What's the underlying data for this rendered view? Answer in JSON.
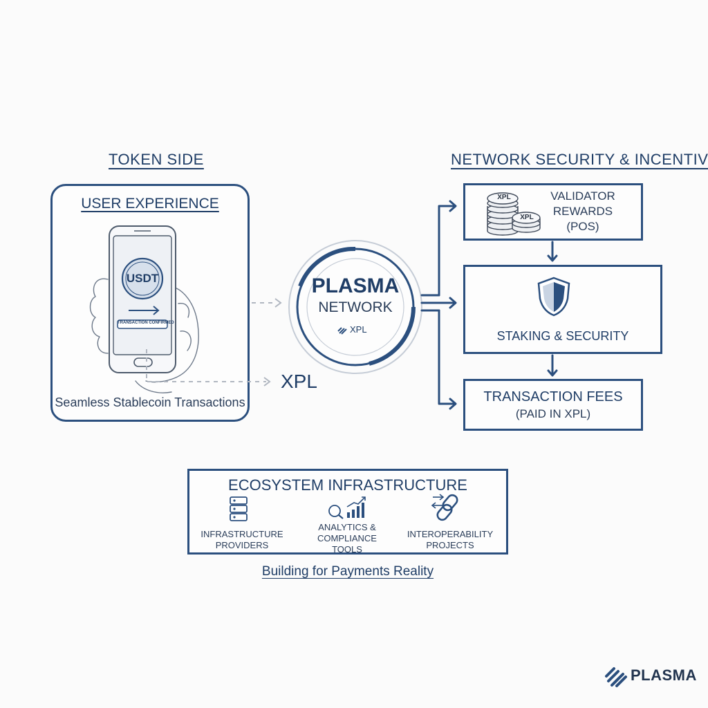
{
  "token_side": {
    "title": "TOKEN SIDE",
    "ux_title": "USER EXPERIENCE",
    "coin_label": "USDT",
    "phone_button": "TRANSACTION CONFIRMED",
    "caption": "Seamless Stablecoin Transactions",
    "xpl_label": "XPL"
  },
  "network": {
    "title": "PLASMA",
    "subtitle": "NETWORK",
    "token": "XPL"
  },
  "security": {
    "title": "NETWORK SECURITY & INCENTIVES",
    "rewards_line1": "VALIDATOR",
    "rewards_line2": "REWARDS",
    "rewards_line3": "(POS)",
    "coin_label": "XPL",
    "staking": "STAKING & SECURITY",
    "fees_line1": "TRANSACTION FEES",
    "fees_line2": "(PAID IN XPL)"
  },
  "ecosystem": {
    "title": "ECOSYSTEM INFRASTRUCTURE",
    "items": [
      {
        "line1": "INFRASTRUCTURE",
        "line2": "PROVIDERS",
        "icon": "server-stack-icon"
      },
      {
        "line1": "ANALYTICS &",
        "line2": "COMPLIANCE",
        "line3": "TOOLS",
        "icon": "analytics-chart-icon"
      },
      {
        "line1": "INTEROPERABILITY",
        "line2": "PROJECTS",
        "icon": "chain-link-icon"
      }
    ],
    "tagline": "Building for Payments Reality"
  },
  "brand": {
    "name": "PLASMA"
  },
  "colors": {
    "primary": "#2b4f7e",
    "text": "#1f3d66",
    "sketch": "#6b7788",
    "background": "#fbfbfb"
  }
}
